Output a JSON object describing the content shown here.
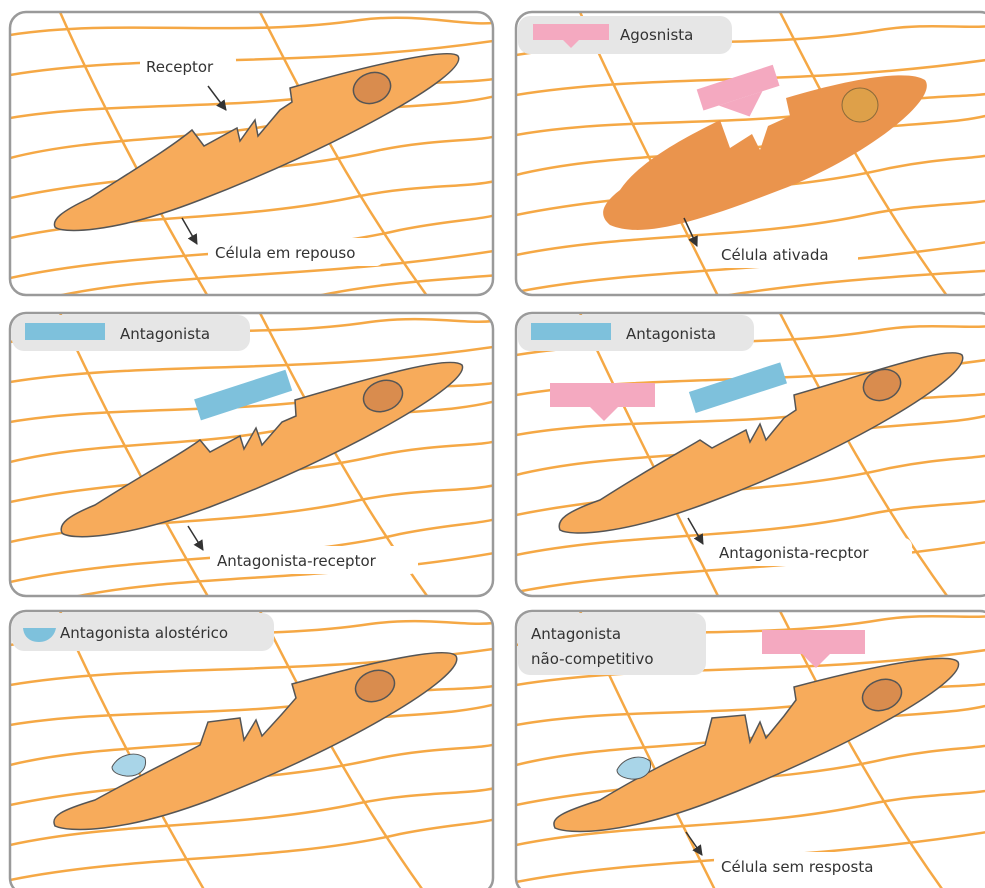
{
  "colors": {
    "cell": "#f7ab5b",
    "cell_activated": "#ea944d",
    "nucleus": "#d98c4e",
    "nucleus_activated": "#dea049",
    "fiber": "#f5a845",
    "agonist": "#f4a9c0",
    "antagonist": "#7ec1dc",
    "allosteric": "#a9d5e8",
    "label_bg": "#e6e6e6",
    "panel_border": "#9a9a9a"
  },
  "panels": [
    {
      "id": "resting",
      "cell_label": "Célula em repouso",
      "receptor_label": "Receptor"
    },
    {
      "id": "activated",
      "cell_label": "Célula ativada",
      "legend": "Agosnista",
      "legend_icon": "agonist-icon"
    },
    {
      "id": "antagonist",
      "cell_label": "Antagonista-receptor",
      "legend": "Antagonista",
      "legend_icon": "antagonist-icon"
    },
    {
      "id": "competitive",
      "cell_label": "Antagonista-recptor",
      "legend": "Antagonista",
      "legend_icon": "antagonist-icon"
    },
    {
      "id": "allosteric",
      "legend": "Antagonista alostérico",
      "legend_icon": "allosteric-antagonist-icon"
    },
    {
      "id": "noncompetitive",
      "cell_label": "Célula sem resposta",
      "legend_lines": [
        "Antagonista",
        "não-competitivo"
      ]
    }
  ]
}
